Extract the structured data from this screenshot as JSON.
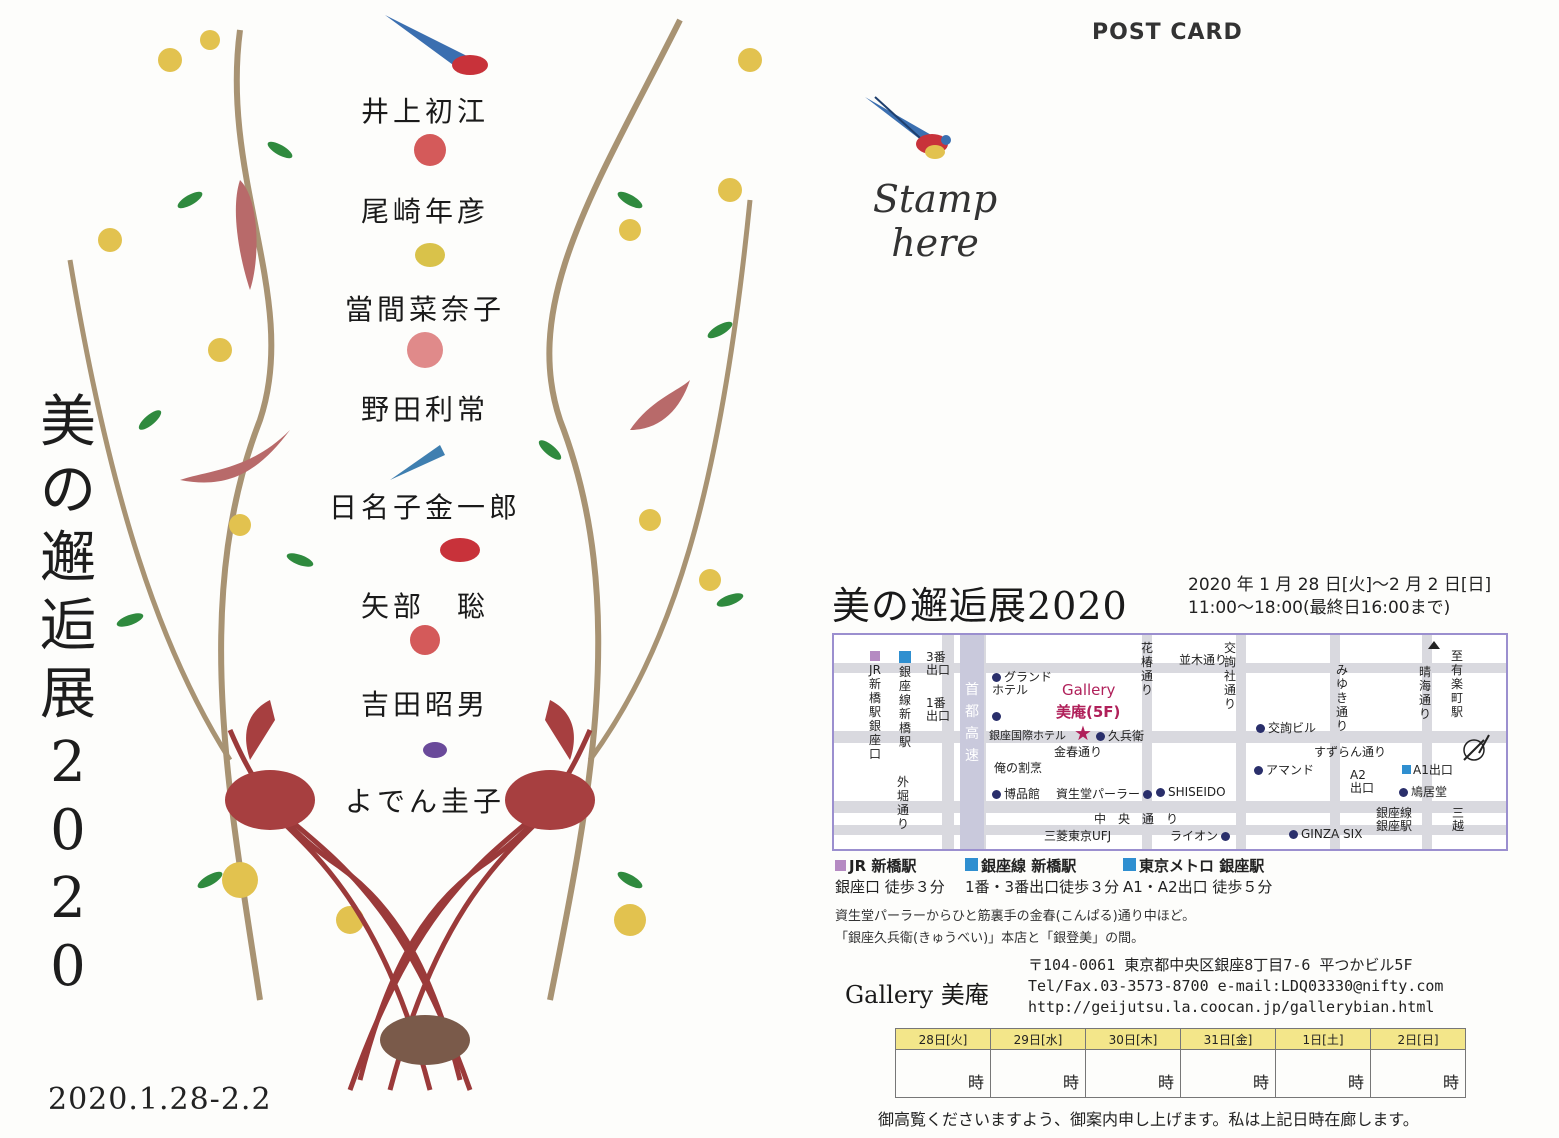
{
  "left": {
    "title_chars": [
      "美",
      "の",
      "邂",
      "逅",
      "展",
      "2",
      "0",
      "2",
      "0"
    ],
    "artists": [
      "井上初江",
      "尾崎年彦",
      "當間菜奈子",
      "野田利常",
      "日名子金一郎",
      "矢部　聡",
      "吉田昭男",
      "よでん圭子"
    ],
    "date_range": "2020.1.28-2.2"
  },
  "right": {
    "postcard_label": "POST CARD",
    "stamp_line1": "Stamp",
    "stamp_line2": "here",
    "exhibition_title": "美の邂逅展2020",
    "dates_line1": "2020 年 1 月 28 日[火]〜2 月 2 日[日]",
    "dates_line2": "11:00〜18:00(最終日16:00まで)",
    "map": {
      "jr_station": "JR新橋駅銀座口",
      "ginza_line_shinbashi": "銀座線新橋駅",
      "exit3": "3番\n出口",
      "exit1": "1番\n出口",
      "gaibori": "外堀通り",
      "shuto": "首都高速",
      "hanatsubaki": "花椿通り",
      "kojun": "交詢社通り",
      "miyuki": "みゆき通り",
      "harumi": "晴海通り",
      "namiki": "並木通り",
      "konparu": "金春通り",
      "suzuran": "すずらん通り",
      "chuo": "中　央　通　り",
      "to_yurakucho": "至有楽町駅",
      "grand_hotel": "グランド\nホテル",
      "kokusai_hotel": "銀座国際ホテル",
      "gallery_label": "Gallery",
      "gallery_name": "美庵(5F)",
      "kyubey": "久兵衛",
      "warepo": "俺の割烹",
      "hakuhinkan": "博品館",
      "shiseido_parlour": "資生堂パーラー",
      "shiseido": "SHISEIDO",
      "kojunbldg": "交詢ビル",
      "amando": "アマンド",
      "ufj": "三菱東京UFJ",
      "lion": "ライオン",
      "ginzasix": "GINZA SIX",
      "a2exit": "A2\n出口",
      "a1exit": "A1出口",
      "kyukyodo": "鳩居堂",
      "ginzaline_ginza": "銀座線\n銀座駅",
      "mitsukoshi": "三\n越"
    },
    "access": [
      {
        "head": "JR 新橋駅",
        "body": "銀座口 徒歩３分",
        "color": "#b58ac2"
      },
      {
        "head": "銀座線 新橋駅",
        "body": "1番・3番出口徒歩３分",
        "color": "#2f8fd0"
      },
      {
        "head": "東京メトロ 銀座駅",
        "body": "A1・A2出口 徒歩５分",
        "color": "#2f8fd0"
      }
    ],
    "note1": "資生堂パーラーからひと筋裏手の金春(こんぱる)通り中ほど。",
    "note2": "「銀座久兵衛(きゅうべい)」本店と「銀登美」の間。",
    "gallery_name": "Gallery 美庵",
    "address_line1": "〒104-0061 東京都中央区銀座8丁目7-6 平つかビル5F",
    "address_line2": "Tel/Fax.03-3573-8700  e-mail:LDQ03330@nifty.com",
    "address_line3": "http://geijutsu.la.coocan.jp/gallerybian.html",
    "schedule_days": [
      "28日[火]",
      "29日[水]",
      "30日[木]",
      "31日[金]",
      "1日[土]",
      "2日[日]"
    ],
    "schedule_unit": "時",
    "footer": "御高覧くださいますよう、御案内申し上げます。私は上記日時在廊します。",
    "colors": {
      "map_border": "#9b8fcf",
      "schedule_header": "#f3e68a",
      "gallery_star": "#b0205a",
      "bird_red": "#c8323a"
    }
  }
}
